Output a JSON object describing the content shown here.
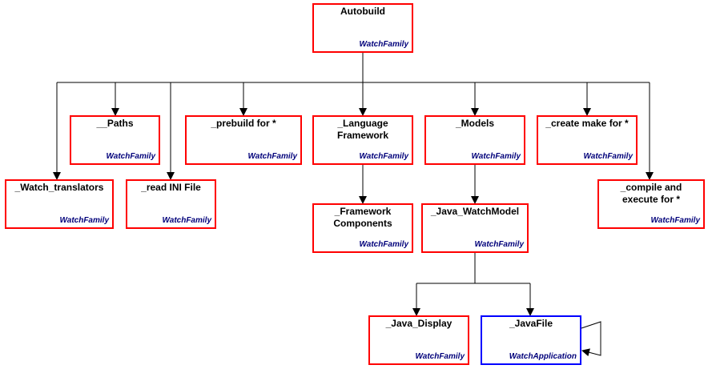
{
  "diagram": {
    "colors": {
      "box_border": "#ff0000",
      "app_border": "#0000ff",
      "stereotype_text": "#00007a",
      "edge": "#000000"
    },
    "nodes": [
      {
        "id": "autobuild",
        "title": "Autobuild",
        "stereotype": "WatchFamily"
      },
      {
        "id": "paths",
        "title": "__Paths",
        "stereotype": "WatchFamily"
      },
      {
        "id": "prebuild",
        "title": "_prebuild for *",
        "stereotype": "WatchFamily"
      },
      {
        "id": "language-framework",
        "title": "_Language Framework",
        "stereotype": "WatchFamily"
      },
      {
        "id": "models",
        "title": "_Models",
        "stereotype": "WatchFamily"
      },
      {
        "id": "create-make",
        "title": "_create make for *",
        "stereotype": "WatchFamily"
      },
      {
        "id": "watch-translators",
        "title": "_Watch_translators",
        "stereotype": "WatchFamily"
      },
      {
        "id": "read-ini",
        "title": "_read INI File",
        "stereotype": "WatchFamily"
      },
      {
        "id": "compile-execute",
        "title": "_compile and execute for *",
        "stereotype": "WatchFamily"
      },
      {
        "id": "framework-components",
        "title": "_Framework Components",
        "stereotype": "WatchFamily"
      },
      {
        "id": "java-watchmodel",
        "title": "_Java_WatchModel",
        "stereotype": "WatchFamily"
      },
      {
        "id": "java-display",
        "title": "_Java_Display",
        "stereotype": "WatchFamily"
      },
      {
        "id": "javafile",
        "title": "_JavaFile",
        "stereotype": "WatchApplication"
      }
    ],
    "edges": [
      {
        "from": "autobuild",
        "to": "watch-translators"
      },
      {
        "from": "autobuild",
        "to": "paths"
      },
      {
        "from": "autobuild",
        "to": "read-ini"
      },
      {
        "from": "autobuild",
        "to": "prebuild"
      },
      {
        "from": "autobuild",
        "to": "language-framework"
      },
      {
        "from": "autobuild",
        "to": "models"
      },
      {
        "from": "autobuild",
        "to": "create-make"
      },
      {
        "from": "autobuild",
        "to": "compile-execute"
      },
      {
        "from": "language-framework",
        "to": "framework-components"
      },
      {
        "from": "models",
        "to": "java-watchmodel"
      },
      {
        "from": "java-watchmodel",
        "to": "java-display"
      },
      {
        "from": "java-watchmodel",
        "to": "javafile"
      },
      {
        "from": "javafile",
        "to": "javafile"
      }
    ]
  }
}
